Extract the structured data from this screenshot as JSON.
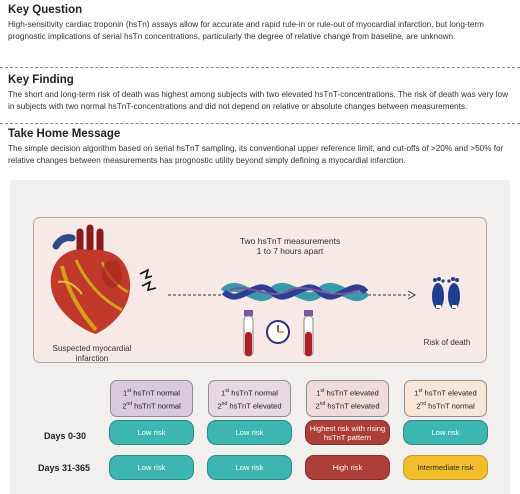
{
  "key_question": {
    "heading": "Key Question",
    "text": "High-sensitivity cardiac troponin (hsTn) assays allow for accurate and rapid rule-in or rule-out of myocardial infarction, but long-term prognostic implications of serial hsTn concentrations, particularly the degree of relative change from baseline, are unknown."
  },
  "key_finding": {
    "heading": "Key Finding",
    "text": "The short and long-term risk of death was highest among subjects with two elevated hsTnT-concentrations. The risk of death was very low in subjects with two normal hsTnT-concentrations and did not depend on relative or absolute changes between measurements."
  },
  "take_home": {
    "heading": "Take Home Message",
    "text": "The simple decision algorithm based on serial hsTnT sampling, its conventional upper reference limit, and cut-offs of >20% and >50% for relative changes between measurements has prognostic utility beyond simply defining a myocardial infarction."
  },
  "figure": {
    "measure_title_1": "Two hsTnT measurements",
    "measure_title_2": "1 to 7 hours apart",
    "heart_label_1": "Suspected myocardial",
    "heart_label_2": "infarction",
    "death_label": "Risk of death",
    "row_labels": [
      "Days 0-30",
      "Days 31-365"
    ],
    "columns": [
      {
        "first": "hsTnT normal",
        "second": "hsTnT normal",
        "bg": "#d9c9e2",
        "days_0_30": "Low risk",
        "days_31_365": "Low risk"
      },
      {
        "first": "hsTnT normal",
        "second": "hsTnT elevated",
        "bg": "#e6d9e4",
        "days_0_30": "Low risk",
        "days_31_365": "Low risk"
      },
      {
        "first": "hsTnT elevated",
        "second": "hsTnT elevated",
        "bg": "#f1dada",
        "days_0_30": "Highest risk with rising hsTnT pattern",
        "days_31_365": "High risk"
      },
      {
        "first": "hsTnT elevated",
        "second": "hsTnT normal",
        "bg": "#f8e6d8",
        "days_0_30": "Low risk",
        "days_31_365": "Intermediate risk"
      }
    ],
    "ordinal_1": "1",
    "ordinal_2": "2",
    "ordinal_1_sup": "st",
    "ordinal_2_sup": "nd"
  }
}
